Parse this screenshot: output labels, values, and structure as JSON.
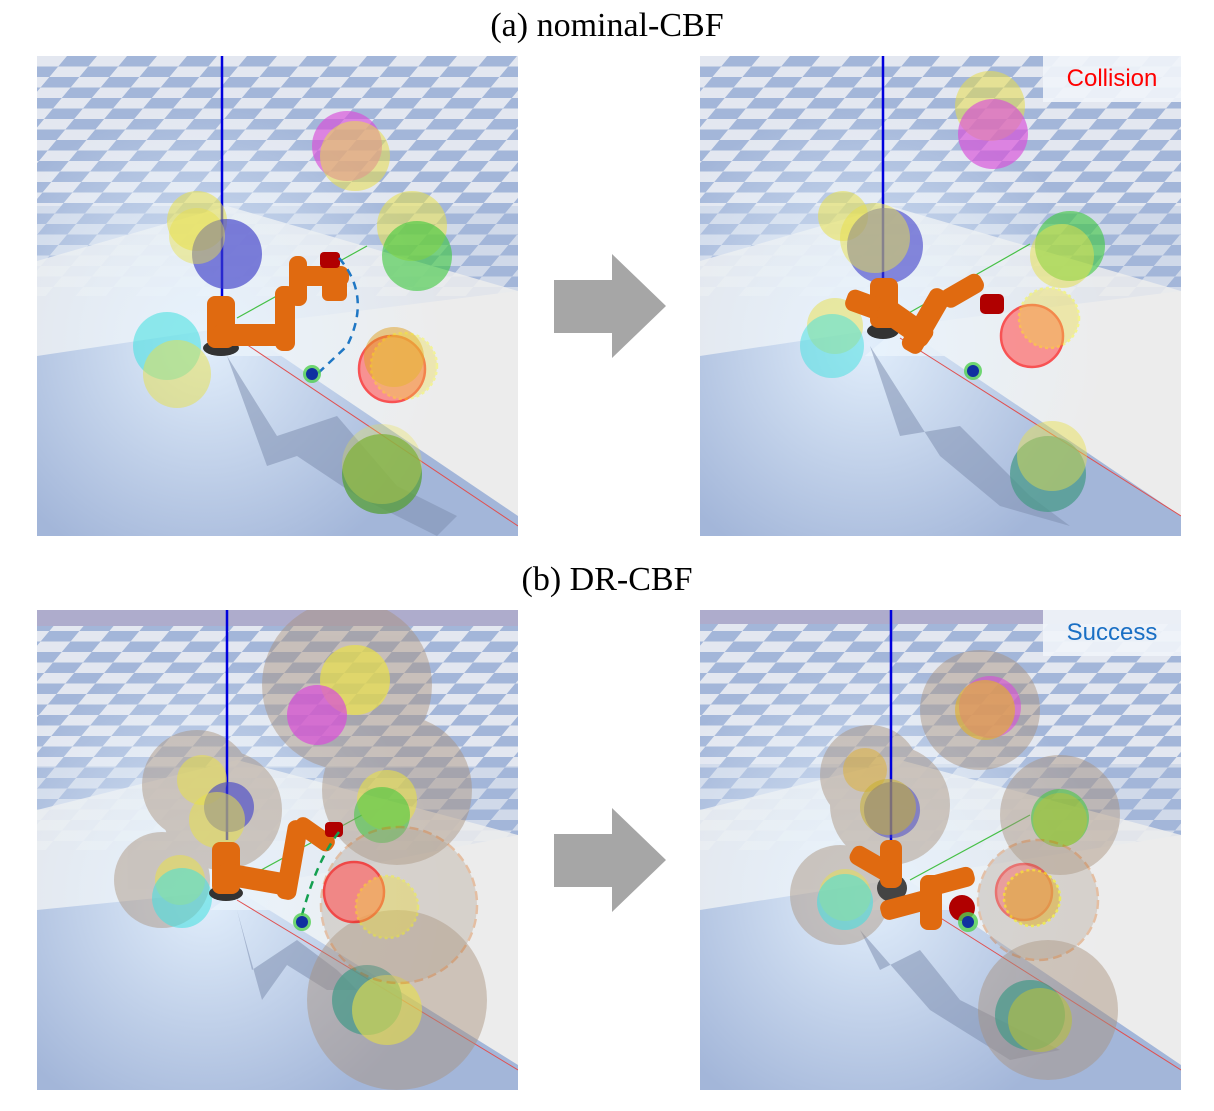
{
  "figure": {
    "rows": [
      {
        "caption": "(a) nominal-CBF",
        "method": "nominal-CBF",
        "panels": [
          {
            "stage": "initial",
            "status_label": null
          },
          {
            "stage": "final",
            "status_label": "Collision",
            "status_color": "#ff0000"
          }
        ]
      },
      {
        "caption": "(b) DR-CBF",
        "method": "DR-CBF",
        "panels": [
          {
            "stage": "initial",
            "status_label": null
          },
          {
            "stage": "final",
            "status_label": "Success",
            "status_color": "#1a6fc4"
          }
        ]
      }
    ],
    "transition_arrow": {
      "color": "#a6a6a6",
      "direction": "right"
    }
  },
  "colors": {
    "floor_blue": "#a3b6d9",
    "floor_white": "#ededed",
    "robot_orange": "#e06a10",
    "end_effector_red": "#b00000",
    "z_axis_blue": "#0000dd",
    "obstacle_true_outline": "#ff0000",
    "obstacle_estimate_outline": "#ffff00",
    "dr_safety_margin": "#d86b1a",
    "nominal_trajectory": "#1f77c4",
    "dr_trajectory": "#14a050"
  }
}
